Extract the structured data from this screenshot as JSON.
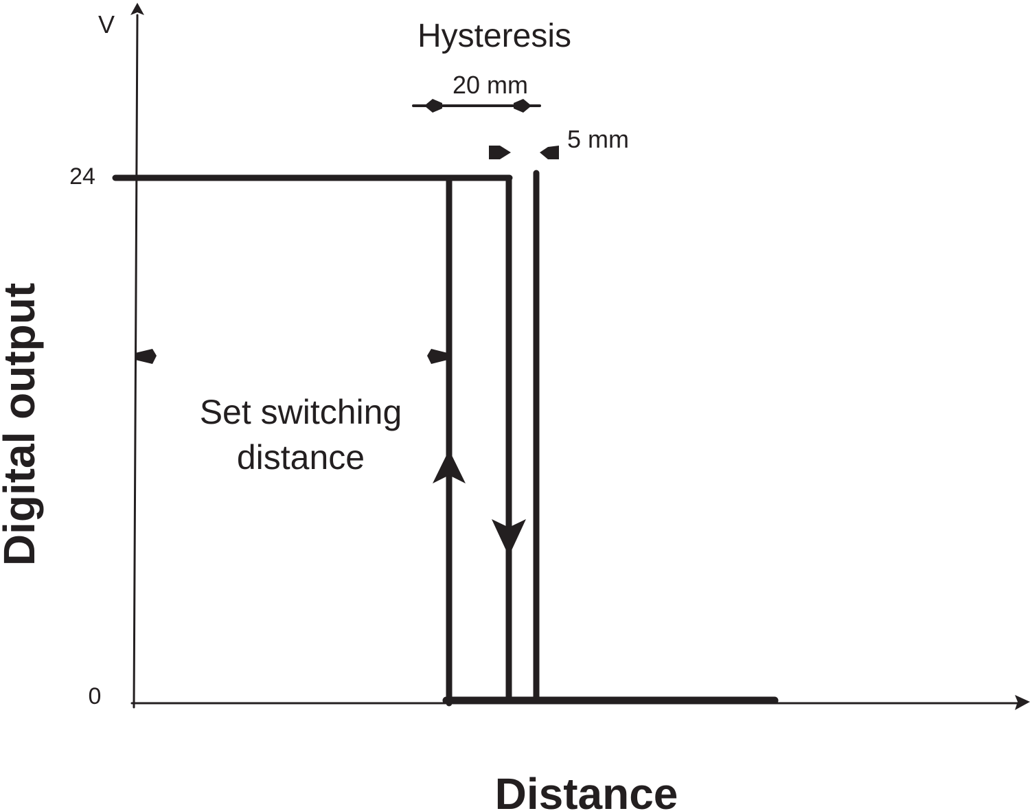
{
  "title": "Hysteresis",
  "y_axis": {
    "title": "Digital output",
    "unit": "V",
    "ticks": [
      "24",
      "0"
    ]
  },
  "x_axis": {
    "title": "Distance"
  },
  "annotations": {
    "hysteresis_width": "20 mm",
    "switch_gap": "5 mm",
    "set_switching_line1": "Set switching",
    "set_switching_line2": "distance"
  },
  "colors": {
    "ink": "#231f20",
    "background": "#ffffff"
  }
}
